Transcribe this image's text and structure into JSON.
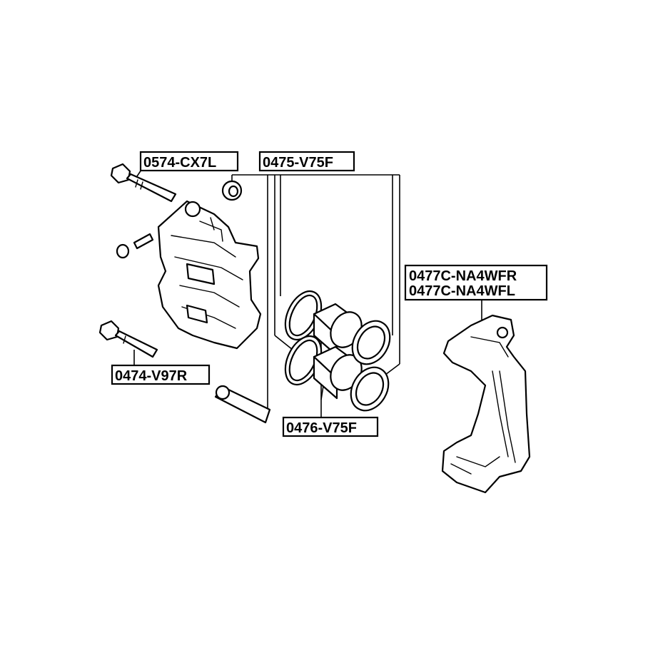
{
  "labels": {
    "bolt_upper": "0574-CX7L",
    "seal_kit": "0475-V75F",
    "caliper_bracket_r": "0477C-NA4WFR",
    "caliper_bracket_l": "0477C-NA4WFL",
    "bolt_lower": "0474-V97R",
    "piston": "0476-V75F"
  }
}
